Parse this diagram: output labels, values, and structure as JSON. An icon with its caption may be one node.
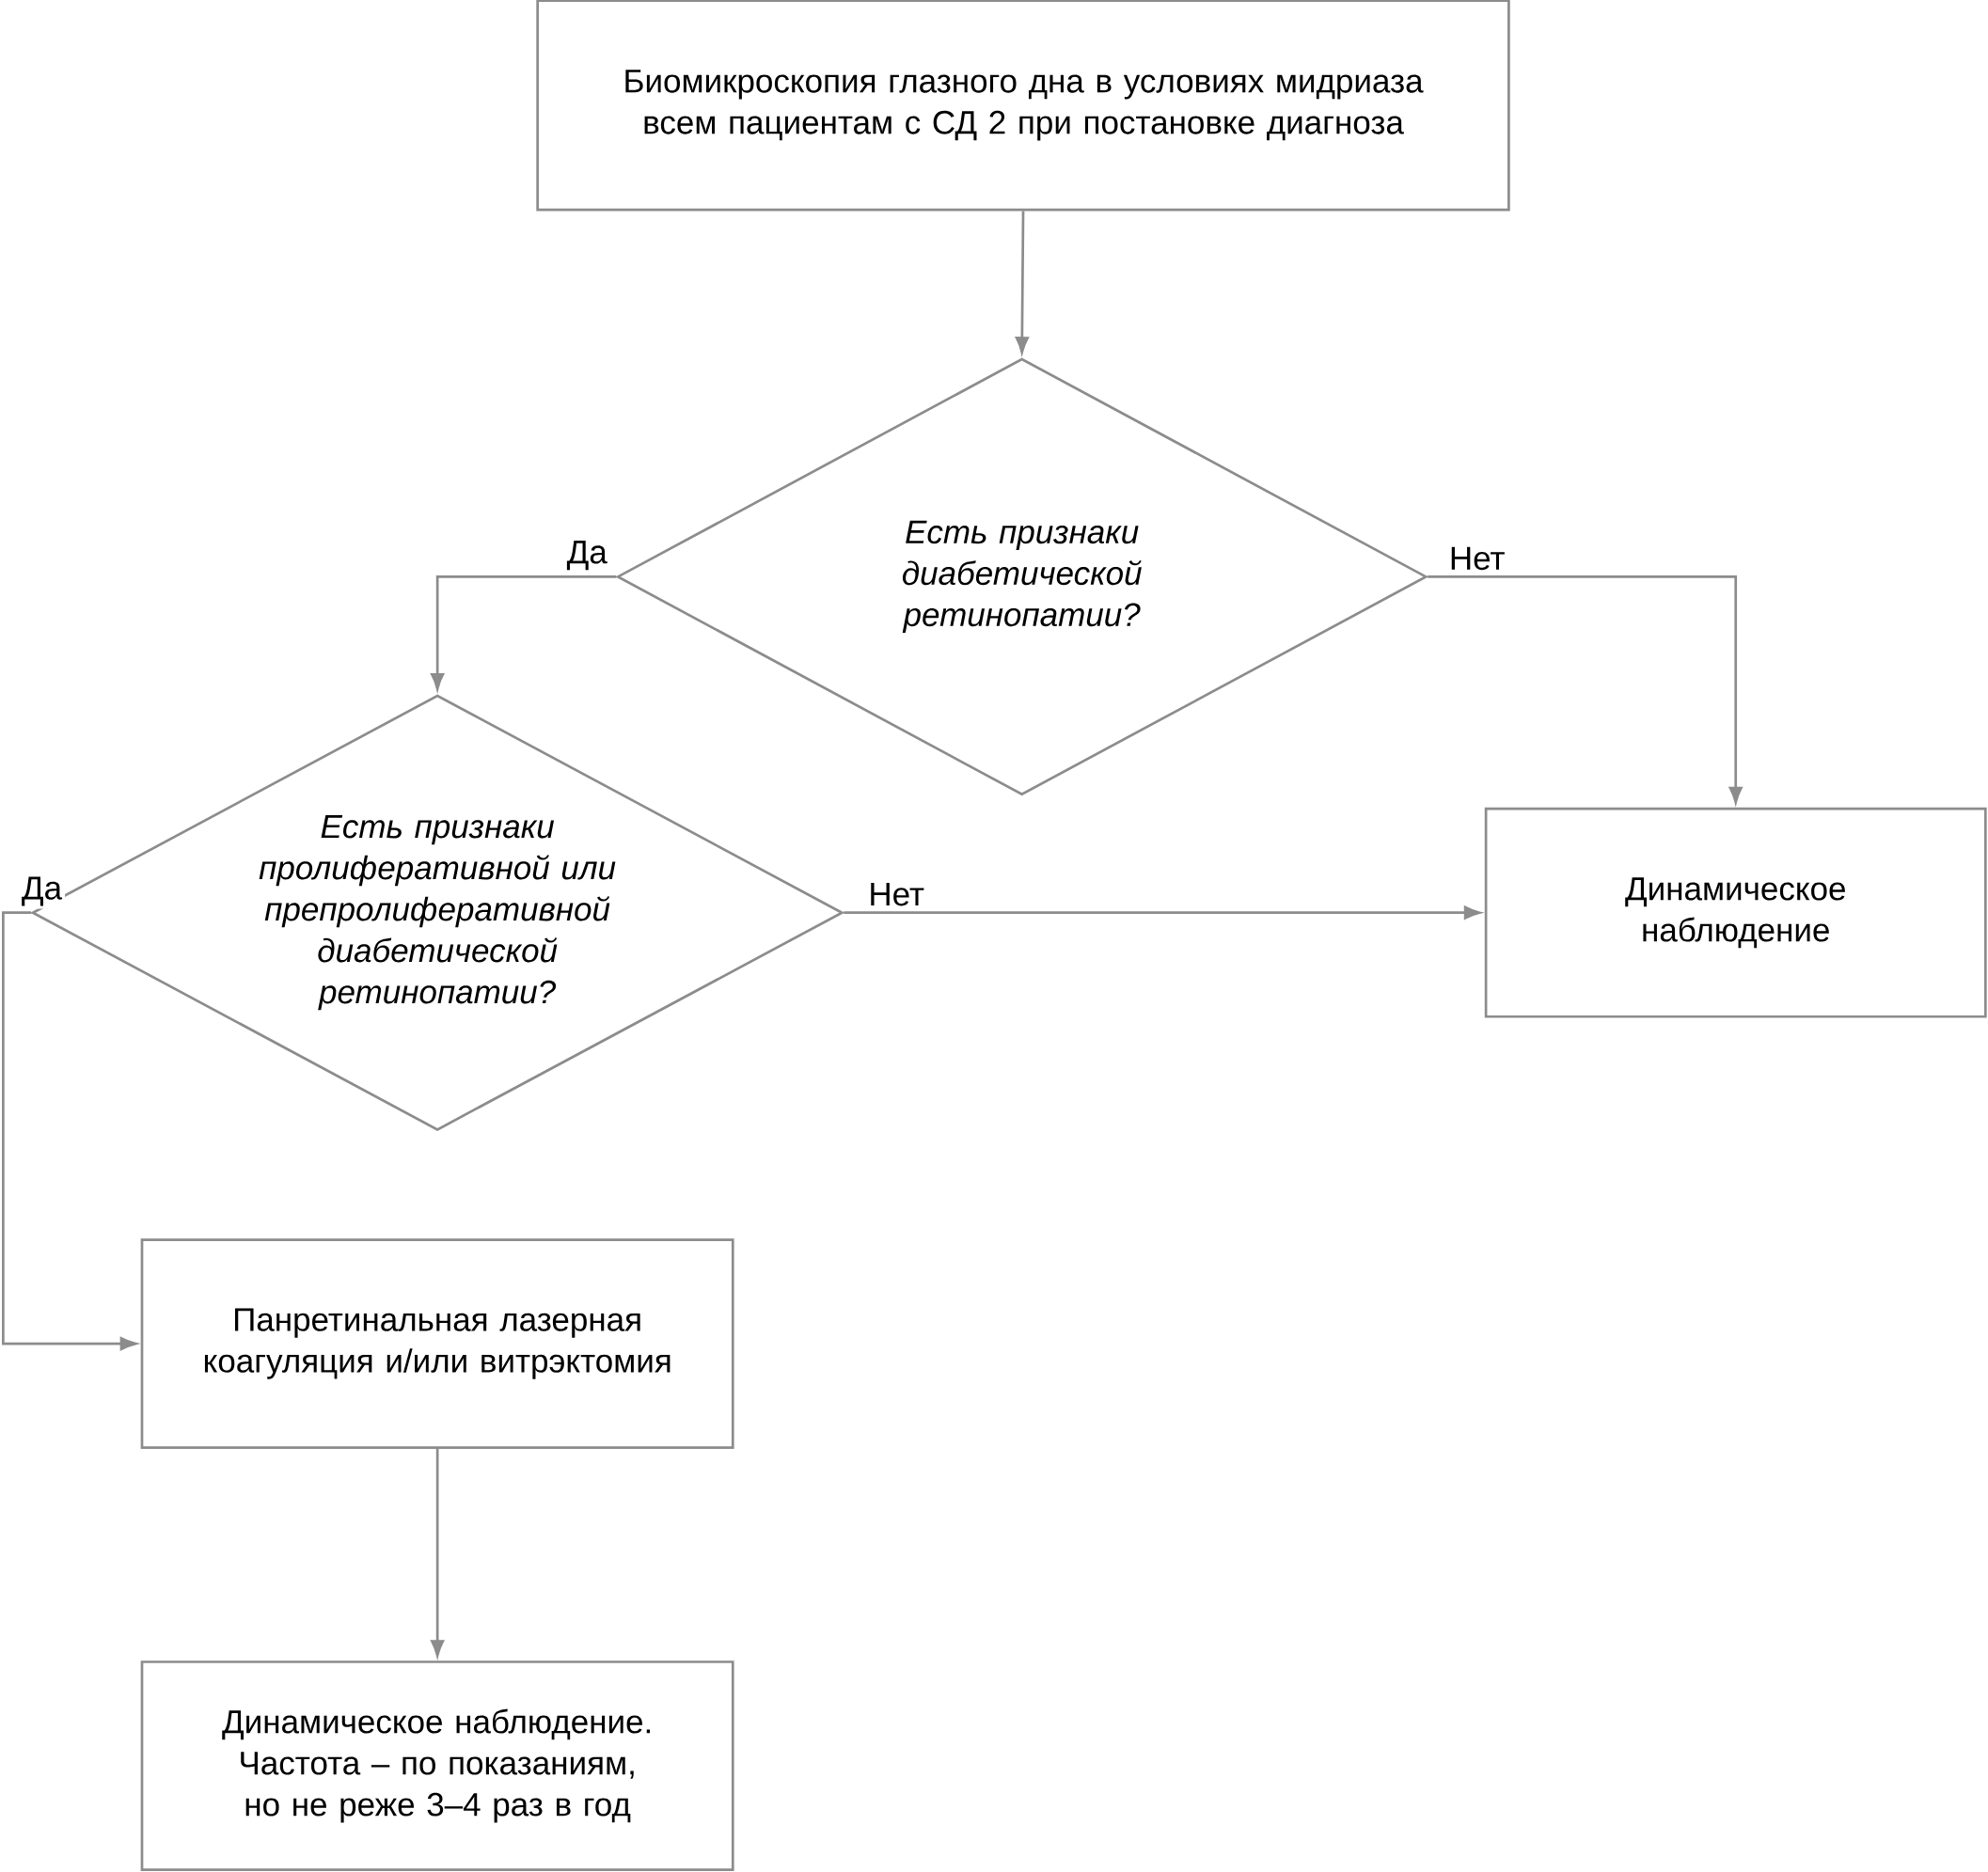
{
  "diagram": {
    "nodes": [
      {
        "text": [
          "Биомикроскопия глазного дна в условиях мидриаза всем пациентам с СД 2 при постановке диагноза"
        ]
      },
      {
        "text": [
          "Есть признаки диабетической ретинопатии?"
        ]
      },
      {
        "text": [
          "Динамическое наблюдение"
        ]
      },
      {
        "text": [
          "Есть признаки пролиферативной или препролиферативной диабетической ретинопатии?"
        ]
      },
      {
        "text": [
          "Панретинальная лазерная коагуляция и/или витрэктомия"
        ]
      },
      {
        "text": [
          "Динамическое наблюдение. Частота – по показаниям, но не реже 3–4 раз в год"
        ]
      }
    ],
    "edges": [
      {
        "from": 0,
        "to": 1,
        "arrow": "to"
      },
      {
        "from": 1,
        "to": 3,
        "arrow": "to",
        "label": "Да"
      },
      {
        "from": 1,
        "to": 2,
        "arrow": "to",
        "label": "Нет"
      },
      {
        "from": 3,
        "to": 2,
        "arrow": "to",
        "label": "Нет"
      },
      {
        "from": 3,
        "to": 4,
        "arrow": "to",
        "label": "Да"
      },
      {
        "from": 4,
        "to": 5,
        "arrow": "to"
      }
    ]
  }
}
